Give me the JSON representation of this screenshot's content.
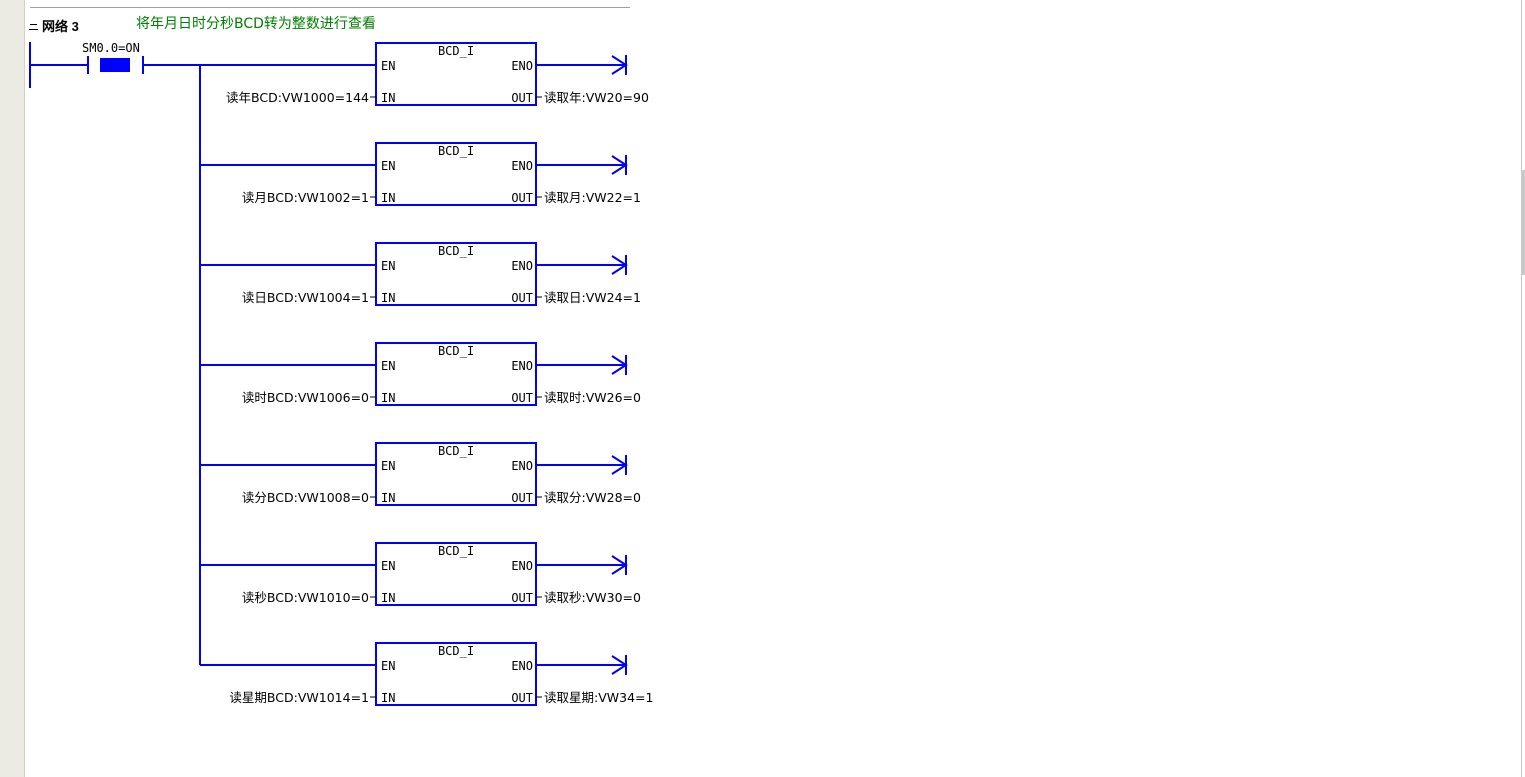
{
  "network": {
    "label": "网络 3",
    "comment": "将年月日时分秒BCD转为整数进行查看"
  },
  "contact": {
    "label": "SM0.0=ON",
    "state_color": "#0000ff"
  },
  "colors": {
    "wire": "#0000ff",
    "comment": "#008000",
    "gutter": "#ecebe3"
  },
  "blocks": [
    {
      "title": "BCD_I",
      "en": "EN",
      "eno": "ENO",
      "in_pin": "IN",
      "out_pin": "OUT",
      "input": "读年BCD:VW1000=144",
      "output": "读取年:VW20=90"
    },
    {
      "title": "BCD_I",
      "en": "EN",
      "eno": "ENO",
      "in_pin": "IN",
      "out_pin": "OUT",
      "input": "读月BCD:VW1002=1",
      "output": "读取月:VW22=1"
    },
    {
      "title": "BCD_I",
      "en": "EN",
      "eno": "ENO",
      "in_pin": "IN",
      "out_pin": "OUT",
      "input": "读日BCD:VW1004=1",
      "output": "读取日:VW24=1"
    },
    {
      "title": "BCD_I",
      "en": "EN",
      "eno": "ENO",
      "in_pin": "IN",
      "out_pin": "OUT",
      "input": "读时BCD:VW1006=0",
      "output": "读取时:VW26=0"
    },
    {
      "title": "BCD_I",
      "en": "EN",
      "eno": "ENO",
      "in_pin": "IN",
      "out_pin": "OUT",
      "input": "读分BCD:VW1008=0",
      "output": "读取分:VW28=0"
    },
    {
      "title": "BCD_I",
      "en": "EN",
      "eno": "ENO",
      "in_pin": "IN",
      "out_pin": "OUT",
      "input": "读秒BCD:VW1010=0",
      "output": "读取秒:VW30=0"
    },
    {
      "title": "BCD_I",
      "en": "EN",
      "eno": "ENO",
      "in_pin": "IN",
      "out_pin": "OUT",
      "input": "读星期BCD:VW1014=1",
      "output": "读取星期:VW34=1"
    }
  ]
}
